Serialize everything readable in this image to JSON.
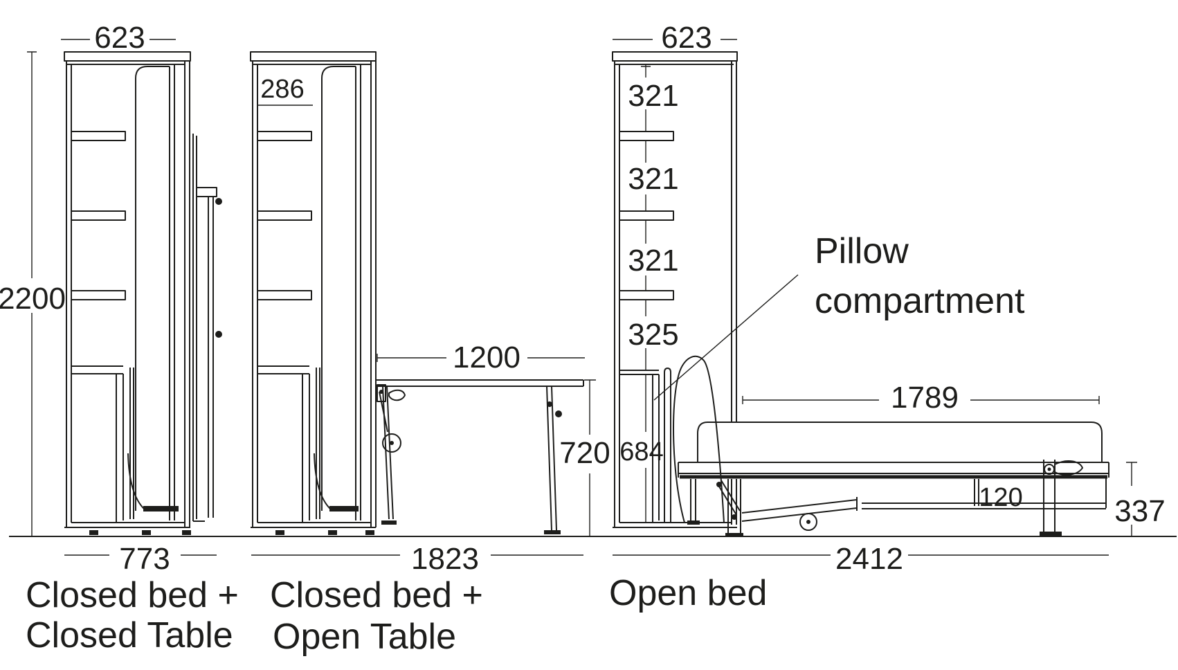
{
  "colors": {
    "line": "#1d1d1b",
    "background": "#ffffff"
  },
  "views": {
    "v1": {
      "caption_line1": "Closed bed +",
      "caption_line2": "Closed Table",
      "dim_width_top": "623",
      "dim_height": "2200",
      "dim_footprint": "773"
    },
    "v2": {
      "caption_line1": "Closed bed +",
      "caption_line2": "Open Table",
      "dim_shelf_spacing": "286",
      "dim_table_length": "1200",
      "dim_table_height": "720",
      "dim_footprint": "1823"
    },
    "v3": {
      "caption_line1": "Open bed",
      "dim_width_top": "623",
      "dim_shelf_1": "321",
      "dim_shelf_2": "321",
      "dim_shelf_3": "321",
      "dim_shelf_4": "325",
      "dim_compartment_height": "684",
      "dim_mattress_length": "1789",
      "dim_frame_gap": "120",
      "dim_bed_height": "337",
      "dim_footprint": "2412"
    }
  },
  "annotation": {
    "pillow_line1": "Pillow",
    "pillow_line2": "compartment"
  }
}
